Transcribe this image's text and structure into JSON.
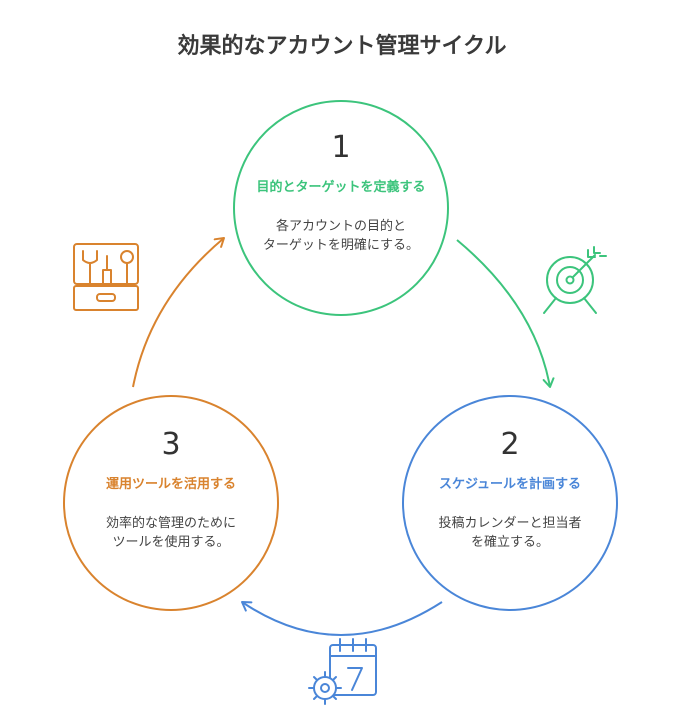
{
  "title": "効果的なアカウント管理サイクル",
  "colors": {
    "green": "#3cc47c",
    "blue": "#4a86d8",
    "orange": "#d9832e"
  },
  "steps": [
    {
      "number": "1",
      "heading": "目的とターゲットを定義する",
      "desc_line1": "各アカウントの目的と",
      "desc_line2": "ターゲットを明確にする。",
      "icon": "target-icon"
    },
    {
      "number": "2",
      "heading": "スケジュールを計画する",
      "desc_line1": "投稿カレンダーと担当者",
      "desc_line2": "を確立する。",
      "icon": "calendar-gear-icon"
    },
    {
      "number": "3",
      "heading": "運用ツールを活用する",
      "desc_line1": "効率的な管理のために",
      "desc_line2": "ツールを使用する。",
      "icon": "toolbox-icon"
    }
  ]
}
